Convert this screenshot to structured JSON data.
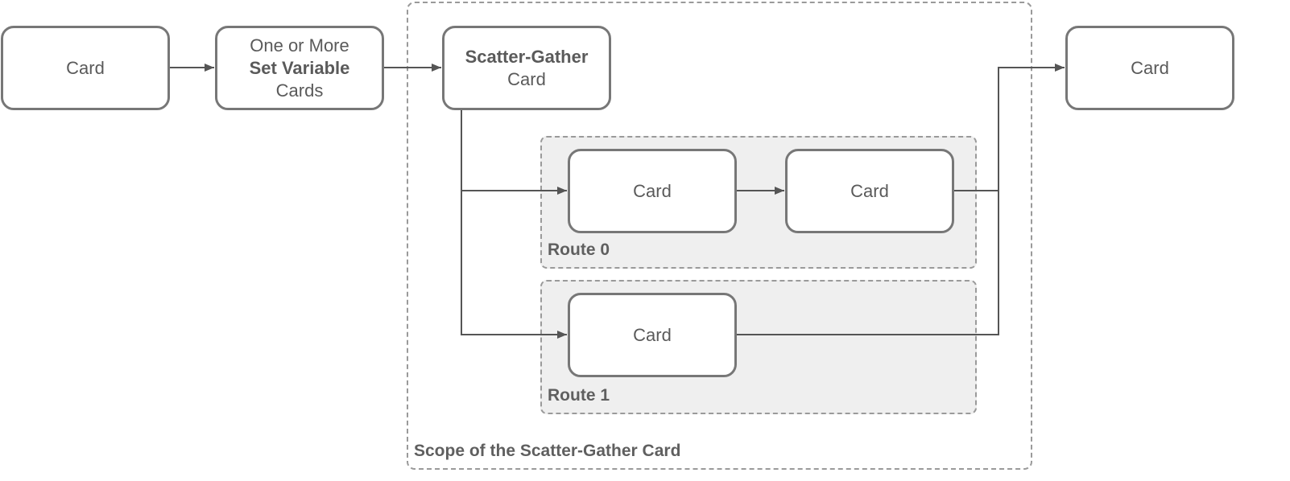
{
  "diagram": {
    "nodes": {
      "card_start": {
        "line1": "Card"
      },
      "set_variable": {
        "line1": "One or More",
        "line2": "Set Variable",
        "line3": "Cards"
      },
      "scatter_gather": {
        "line1": "Scatter-Gather",
        "line2": "Card"
      },
      "route0_card_a": {
        "line1": "Card"
      },
      "route0_card_b": {
        "line1": "Card"
      },
      "route1_card": {
        "line1": "Card"
      },
      "card_end": {
        "line1": "Card"
      }
    },
    "groups": {
      "route0_label": "Route 0",
      "route1_label": "Route 1",
      "scope_label": "Scope of the Scatter-Gather Card"
    },
    "colors": {
      "border": "#777777",
      "text": "#5a5a5a",
      "route_fill": "#efefef",
      "dashed": "#9a9a9a",
      "connector": "#555555"
    }
  }
}
